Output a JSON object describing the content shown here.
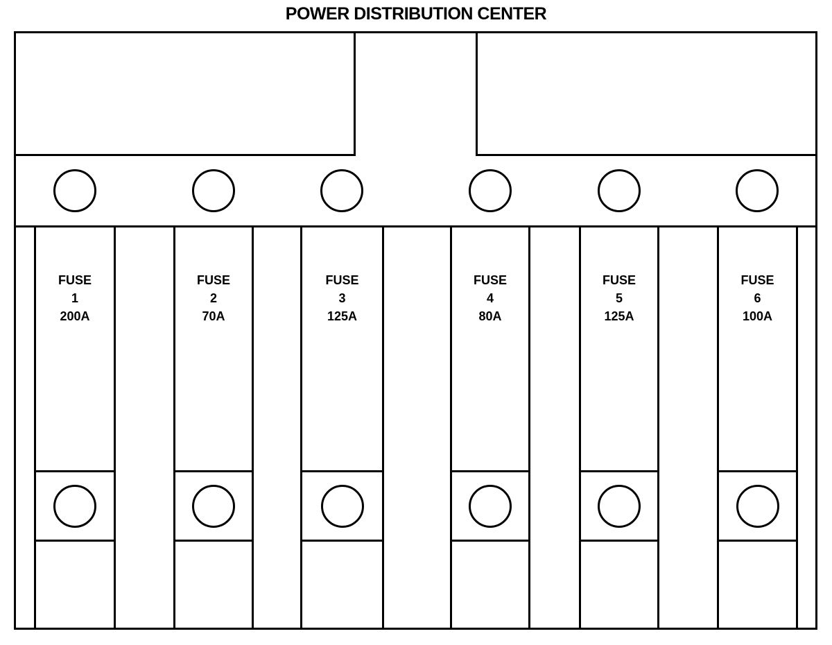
{
  "title": "POWER DISTRIBUTION CENTER",
  "fuses": [
    {
      "label": "FUSE",
      "number": "1",
      "amperage": "200A"
    },
    {
      "label": "FUSE",
      "number": "2",
      "amperage": "70A"
    },
    {
      "label": "FUSE",
      "number": "3",
      "amperage": "125A"
    },
    {
      "label": "FUSE",
      "number": "4",
      "amperage": "80A"
    },
    {
      "label": "FUSE",
      "number": "5",
      "amperage": "125A"
    },
    {
      "label": "FUSE",
      "number": "6",
      "amperage": "100A"
    }
  ],
  "colors": {
    "line": "#000000",
    "background": "#ffffff"
  }
}
